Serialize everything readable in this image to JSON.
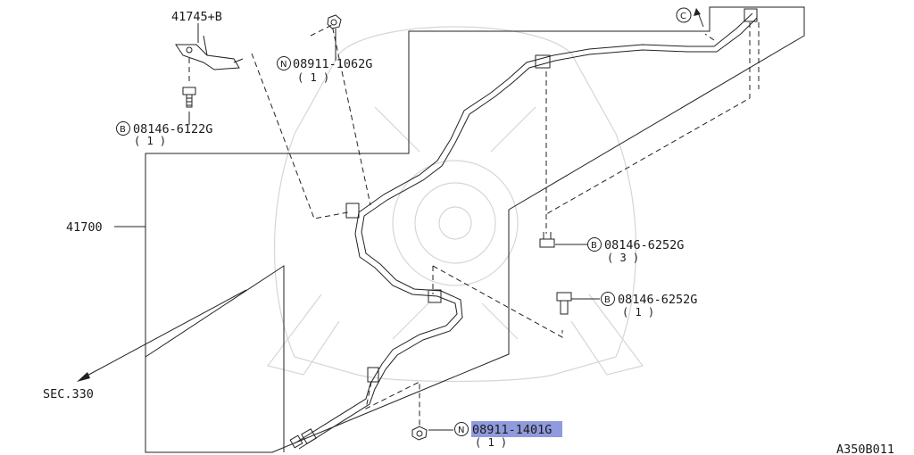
{
  "diagram": {
    "callouts": [
      {
        "id": "c1",
        "prefix": "",
        "part": "41745+B",
        "qty": "",
        "highlighted": false
      },
      {
        "id": "c2",
        "prefix": "N",
        "part": "08911-1062G",
        "qty": "( 1 )",
        "highlighted": false
      },
      {
        "id": "c3",
        "prefix": "B",
        "part": "08146-6122G",
        "qty": "( 1 )",
        "highlighted": false
      },
      {
        "id": "c4",
        "prefix": "",
        "part": "41700",
        "qty": "",
        "highlighted": false
      },
      {
        "id": "c5",
        "prefix": "B",
        "part": "08146-6252G",
        "qty": "( 3 )",
        "highlighted": false
      },
      {
        "id": "c6",
        "prefix": "B",
        "part": "08146-6252G",
        "qty": "( 1 )",
        "highlighted": false
      },
      {
        "id": "c7",
        "prefix": "N",
        "part": "08911-1401G",
        "qty": "( 1 )",
        "highlighted": true
      },
      {
        "id": "c8",
        "prefix": "",
        "part": "SEC.330",
        "qty": "",
        "highlighted": false
      }
    ],
    "connector_marker": "C",
    "figure_code": "A350B011",
    "highlight_color": "#8f9bdc"
  }
}
